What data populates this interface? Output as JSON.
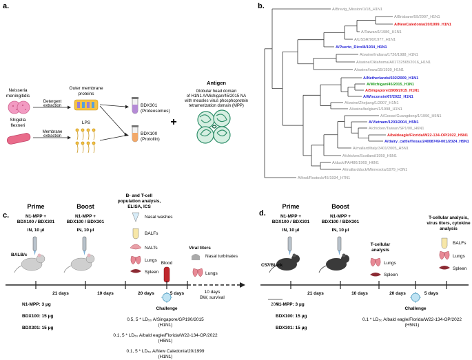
{
  "panels": {
    "a": {
      "letter": "a.",
      "sources": [
        {
          "name_line1": "Neisseria",
          "name_line2": "meningitidis",
          "extraction_line1": "Detergent",
          "extraction_line2": "extraction",
          "product_line1": "Outer membrane",
          "product_line2": "proteins"
        },
        {
          "name_line1": "Shigella",
          "name_line2": "flexneri",
          "extraction_line1": "Membrane",
          "extraction_line2": "extraction",
          "product_line1": "LPS",
          "product_line2": ""
        }
      ],
      "adjuvants": [
        {
          "name": "BDX301",
          "sub": "(Proteosomes)"
        },
        {
          "name": "BDX100",
          "sub": "(Protollin)"
        }
      ],
      "plus": "+",
      "antigen": {
        "title": "Antigen",
        "lines": [
          "Globular head domain",
          "of H1N1 A/Michigan/45/2015 NA",
          "with measles virus phosphoprotein",
          "tetramerization domain (MPP)"
        ]
      }
    },
    "b": {
      "letter": "b.",
      "scale_label": "20.0",
      "leaves": [
        {
          "label": "A/Brevig_Mission/1/18_H1N1",
          "color": "#8c8c8c"
        },
        {
          "label": "A/Brisbane/59/2007_H1N1",
          "color": "#8c8c8c"
        },
        {
          "label": "A/NewCaledonia/20/1999_H1N1",
          "color": "#e41a1c"
        },
        {
          "label": "A/Taiwan/1/1986_H1N1",
          "color": "#8c8c8c"
        },
        {
          "label": "A/USSR/90/1977_H1N1",
          "color": "#8c8c8c"
        },
        {
          "label": "A/Puerto_Rico/8/1934_H1N1",
          "color": "#1f1fd6"
        },
        {
          "label": "A/swine/Indiana/1726/1988_H1N1",
          "color": "#8c8c8c"
        },
        {
          "label": "A/swine/Oklahoma/A01732565/2016_H1N1",
          "color": "#8c8c8c"
        },
        {
          "label": "A/swine/Iowa/15/1930_H1N1",
          "color": "#8c8c8c"
        },
        {
          "label": "A/Netherlands/602/2009_H1N1",
          "color": "#1f1fd6"
        },
        {
          "label": "A/Michigan/45/2015_H1N1",
          "color": "#1a9a1a"
        },
        {
          "label": "A/Singapore/1908/2015_H1N1",
          "color": "#e41a1c"
        },
        {
          "label": "A/Wisconsin/67/2022_H1N1",
          "color": "#1f1fd6"
        },
        {
          "label": "A/swine/Zhejiang/1/2007_H1N1",
          "color": "#8c8c8c"
        },
        {
          "label": "A/swine/belgium/1/1998_H1N1",
          "color": "#8c8c8c"
        },
        {
          "label": "A/Goose/Guangdong/1/1996_H5N1",
          "color": "#8c8c8c"
        },
        {
          "label": "A/Vietnam/1203/2004_H5N1",
          "color": "#1f1fd6"
        },
        {
          "label": "A/chicken/Taiwan/SP1/00_H6N1",
          "color": "#8c8c8c"
        },
        {
          "label": "A/baldeagle/Florida/W22-134-OP/2022_H5N1",
          "color": "#e41a1c"
        },
        {
          "label": "A/dairy_cattle/Texas/24008749-001/2024_H5N1",
          "color": "#1f1fd6"
        },
        {
          "label": "A/mallard/Italy/3401/2005_H5N1",
          "color": "#8c8c8c"
        },
        {
          "label": "A/chicken/Scotland/1959_H5N1",
          "color": "#8c8c8c"
        },
        {
          "label": "A/duck/PA/486/1969_H6N1",
          "color": "#8c8c8c"
        },
        {
          "label": "A/mallardduck/Minnesota/1979_H3N1",
          "color": "#8c8c8c"
        },
        {
          "label": "A/fowl/Rostock/45/1934_H7N1",
          "color": "#8c8c8c"
        }
      ]
    },
    "c": {
      "letter": "c.",
      "prime": {
        "title": "Prime",
        "line1": "N1-MPP +",
        "line2": "BDX100 / BDX301",
        "line3": "IN, 10 µl"
      },
      "boost": {
        "title": "Boost",
        "line1": "N1-MPP +",
        "line2": "BDX100 / BDX301",
        "line3": "IN, 10 µl"
      },
      "mouse": "BALB/c",
      "analysis_title_line1": "B- and T-cell",
      "analysis_title_line2": "population analysis,",
      "analysis_title_line3": "ELISA, ICS",
      "samples": [
        "Nasal washes",
        "BALFs",
        "NALTs",
        "Lungs",
        "Spleen"
      ],
      "blood": "Blood",
      "viral_title": "Viral titers",
      "viral_samples": [
        "Nasal turbinates",
        "Lungs"
      ],
      "intervals": [
        "21 days",
        "10 days",
        "20 days",
        "5 days"
      ],
      "end_line1": "10 days",
      "end_line2": "BW, survival",
      "doses": [
        "N1-MPP: 3 µg",
        "BDX100: 15 µg",
        "BDX301: 15 µg"
      ],
      "challenge_title": "Challenge",
      "challenges": [
        {
          "line1": "0.5, 5 * LD₅₀ A/Singapore/GP190/2015",
          "line2": "(H1N1)"
        },
        {
          "line1": "0.1, 5 * LD₅₀ A/bald eagle/Florida/W22-134-OP/2022",
          "line2": "(H5N1)"
        },
        {
          "line1": "0.1, 5 * LD₅₀ A/New Caledonia/20/1999",
          "line2": "(H1N1)"
        }
      ]
    },
    "d": {
      "letter": "d.",
      "prime": {
        "title": "Prime",
        "line1": "N1-MPP +",
        "line2": "BDX100 / BDX301",
        "line3": "IN, 10 µl"
      },
      "boost": {
        "title": "Boost",
        "line1": "N1-MPP +",
        "line2": "BDX100 / BDX301",
        "line3": "IN, 10 µl"
      },
      "mouse": "C57/Black",
      "tcell_title_line1": "T-cellular",
      "tcell_title_line2": "analysis",
      "tcell_samples": [
        "Lungs",
        "Spleen"
      ],
      "final_title_line1": "T-cellular analysis,",
      "final_title_line2": "virus titers, cytokine",
      "final_title_line3": "analysis",
      "final_samples": [
        "BALFs",
        "Lungs",
        "Spleen"
      ],
      "intervals": [
        "21 days",
        "10 days",
        "20 days",
        "5 days"
      ],
      "doses": [
        "N1-MPP: 3 µg",
        "BDX100: 15 µg",
        "BDX301: 15 µg"
      ],
      "challenge_title": "Challenge",
      "challenge_line1": "0.1 * LD₅₀ A/bald eagle/Florida/W22-134-OP/2022",
      "challenge_line2": "(H5N1)"
    }
  }
}
